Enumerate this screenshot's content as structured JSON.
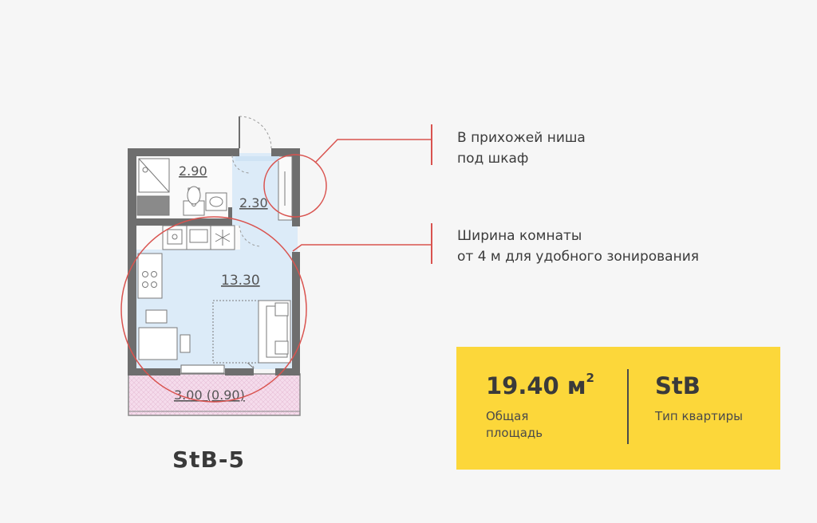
{
  "plan": {
    "title": "StB-5",
    "rooms": {
      "bathroom": "2.90",
      "hallway": "2.30",
      "living": "13.30",
      "balcony": "3.00 (0.90)"
    }
  },
  "callouts": [
    {
      "line1": "В прихожей ниша",
      "line2": "под шкаф"
    },
    {
      "line1": "Ширина комнаты",
      "line2": "от 4 м для удобного зонирования"
    }
  ],
  "summary": {
    "area_value": "19.40 м",
    "area_unit_sup": "2",
    "area_label": "Общая площадь",
    "type_value": "StB",
    "type_label": "Тип квартиры"
  },
  "colors": {
    "background": "#f6f6f6",
    "card": "#fcd73a",
    "accent_red": "#d9534f",
    "wall": "#6e6e6e",
    "room_fill": "#dcebf8",
    "balcony_fill": "#f3dcea"
  }
}
